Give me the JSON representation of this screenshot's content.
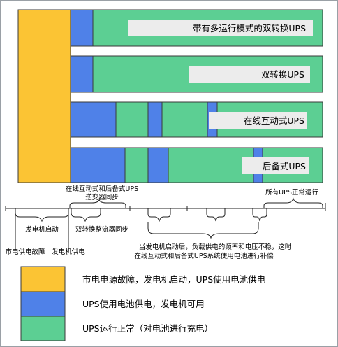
{
  "colors": {
    "yellow": "#fbc434",
    "blue": "#4f81e8",
    "green": "#5ccf93",
    "label_box": "#ececec",
    "outline": "#3a3a3a"
  },
  "rows": [
    {
      "label": "带有多运行模式的双转换UPS"
    },
    {
      "label": "双转换UPS"
    },
    {
      "label": "在线互动式UPS"
    },
    {
      "label": "后备式UPS"
    }
  ],
  "annotations": {
    "top_sync": "在线互动式和后备式UPS",
    "top_sync_2": "逆变器同步",
    "all_normal": "所有UPS正常运行",
    "gen_start": "发电机启动",
    "utility_fail": "市电供电故障",
    "gen_supply": "发电机供电",
    "rectifier_sync": "双转换整流器同步",
    "compensate_1": "当发电机启动后，负载供电的频率和电压不稳，这时",
    "compensate_2": "在线互动式和后备式UPS系统使用电池进行补偿"
  },
  "legend": [
    {
      "color_key": "yellow",
      "label": "市电电源故障，发电机启动，UPS使用电池供电"
    },
    {
      "color_key": "blue",
      "label": "UPS使用电池供电，发电机可用"
    },
    {
      "color_key": "green",
      "label": "UPS运行正常（对电池进行充电）"
    }
  ]
}
